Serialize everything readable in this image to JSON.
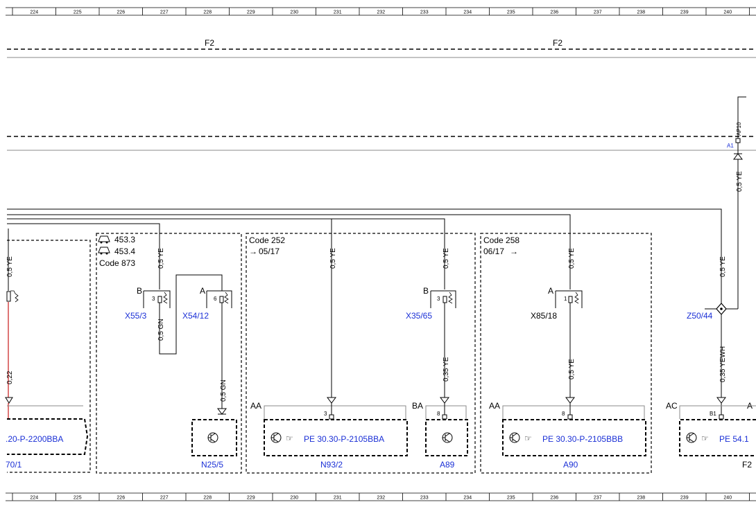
{
  "ruler": [
    "224",
    "225",
    "226",
    "227",
    "228",
    "229",
    "230",
    "231",
    "232",
    "233",
    "234",
    "235",
    "236",
    "237",
    "238",
    "239",
    "240"
  ],
  "fuse_labels": [
    "F2",
    "F2"
  ],
  "top_connector": {
    "pin": "AP10",
    "ref": "A1",
    "wire": "0,5 YE"
  },
  "left_partial": {
    "wire_top": "0,5 YE",
    "wire_bottom": "0,22",
    "pe_text": ".20-P-2200BBA",
    "ref": "70/1"
  },
  "box_code873": {
    "models": [
      "453.3",
      "453.4"
    ],
    "code": "Code 873",
    "wire_in": "0,5 YE",
    "conn1": {
      "pin_letter": "B",
      "pin_no": "3",
      "ref": "X55/3"
    },
    "wire_mid": "0,5 GN",
    "conn2": {
      "pin_letter": "A",
      "pin_no": "6",
      "ref": "X54/12"
    },
    "wire_out": "0,5 GN",
    "unit": "N25/5"
  },
  "box_code252": {
    "code": "Code 252",
    "date": "05/17",
    "wire1": "0,5 YE",
    "wire2": "0,5 YE",
    "conn": {
      "pin_letter": "B",
      "pin_no": "3",
      "ref": "X35/65"
    },
    "wire3": "0,35 YE",
    "aa": "AA",
    "pin3": "3",
    "pe_text": "PE 30.30-P-2105BBA",
    "unit1": "N93/2",
    "ba": "BA",
    "pin8": "8",
    "unit2": "A89"
  },
  "box_code258": {
    "code": "Code 258",
    "date": "06/17",
    "wire1": "0,5 YE",
    "conn": {
      "pin_letter": "A",
      "pin_no": "1",
      "ref": "X85/18"
    },
    "wire2": "0,5 YE",
    "aa": "AA",
    "pin8": "8",
    "pe_text": "PE 30.30-P-2105BBB",
    "unit": "A90"
  },
  "right_section": {
    "wire1": "0,5 YE",
    "splice": "Z50/44",
    "wire2": "0,35 YEWH",
    "ac": "AC",
    "a_partial": "A",
    "pin": "B1",
    "pe_text": "PE 54.1",
    "unit": "F2"
  },
  "colors": {
    "line": "#000000",
    "blue": "#1a2fd6",
    "red_wire": "#c81818",
    "rail": "#8a8a8a"
  }
}
